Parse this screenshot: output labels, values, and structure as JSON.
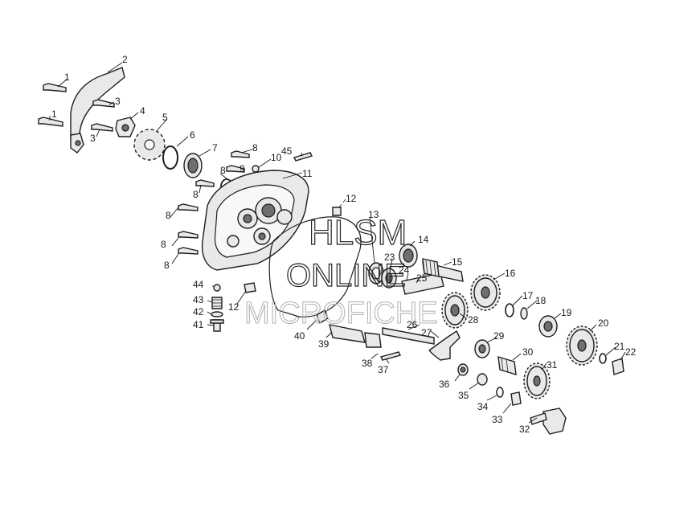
{
  "watermark": {
    "line1": "HLSM",
    "line2": "ONLINE",
    "line3": "MICROFICHE"
  },
  "callouts": [
    "1",
    "1",
    "2",
    "3",
    "3",
    "4",
    "5",
    "6",
    "7",
    "8",
    "8",
    "8",
    "8",
    "8",
    "8",
    "9",
    "10",
    "11",
    "12",
    "12",
    "13",
    "14",
    "15",
    "16",
    "17",
    "18",
    "19",
    "20",
    "21",
    "22",
    "23",
    "24",
    "25",
    "26",
    "27",
    "28",
    "29",
    "30",
    "31",
    "32",
    "33",
    "34",
    "35",
    "36",
    "37",
    "38",
    "39",
    "40",
    "41",
    "42",
    "43",
    "44",
    "45"
  ],
  "colors": {
    "line": "#1e1e1e",
    "part_fill": "#e9e9e9",
    "shade": "#6f6f6f",
    "watermark_grey": "#b5b5b5"
  }
}
